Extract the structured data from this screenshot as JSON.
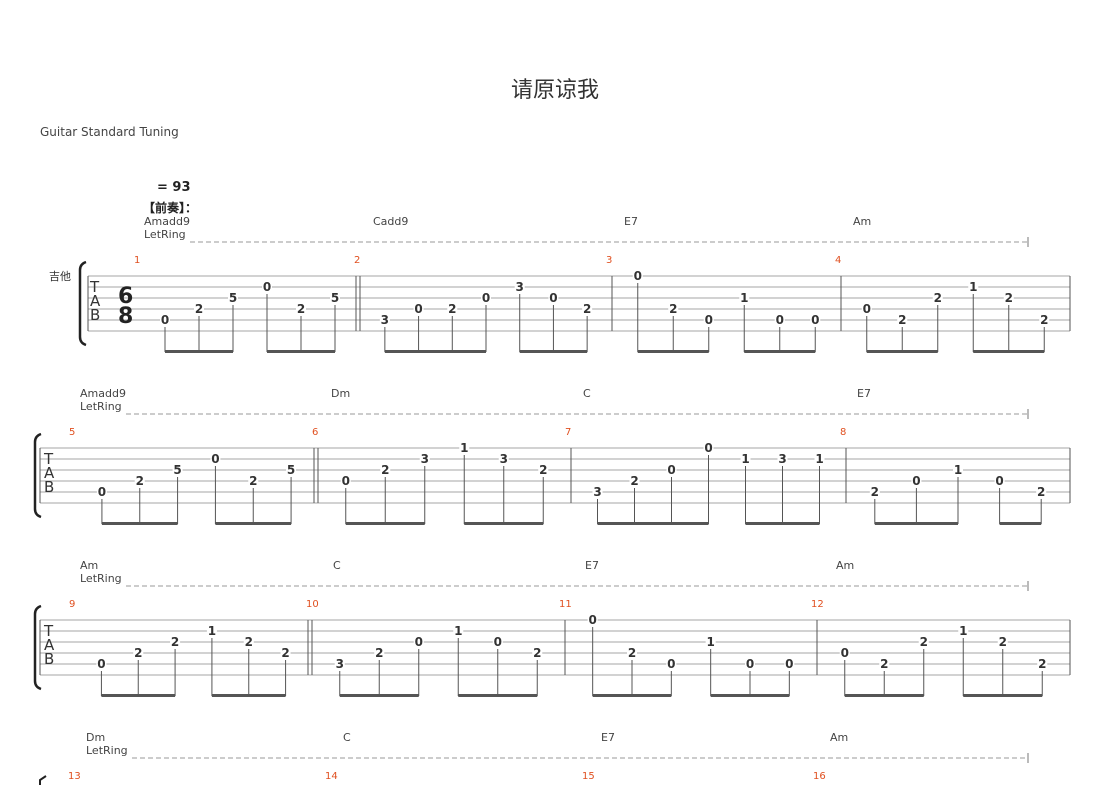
{
  "title": "请原谅我",
  "tuning": "Guitar Standard Tuning",
  "tempo": "= 93",
  "section": "【前奏】：",
  "instrument": "吉他",
  "time_signature": {
    "top": "6",
    "bottom": "8"
  },
  "tab_letters": [
    "T",
    "A",
    "B"
  ],
  "let_ring": "LetRing",
  "colors": {
    "measure_number": "#e05020",
    "lines": "#888888",
    "text": "#333333"
  },
  "systems": [
    {
      "chords": [
        "Amadd9",
        "Cadd9",
        "E7",
        "Am"
      ],
      "measures": [
        {
          "number": "1",
          "notes": [
            [
              "0",
              "B"
            ],
            [
              "2",
              "G"
            ],
            [
              "5",
              "D"
            ],
            [
              "0",
              "A"
            ],
            [
              "2",
              "G"
            ],
            [
              "5",
              "D"
            ]
          ]
        },
        {
          "number": "2",
          "notes": [
            [
              "3",
              "B"
            ],
            [
              "0",
              "G"
            ],
            [
              "2",
              "G"
            ],
            [
              "0",
              "D"
            ],
            [
              "3",
              "A"
            ],
            [
              "0",
              "D"
            ],
            [
              "2",
              "G"
            ]
          ]
        },
        {
          "number": "3",
          "notes": [
            [
              "0",
              "hiE"
            ],
            [
              "2",
              "G"
            ],
            [
              "0",
              "B"
            ],
            [
              "1",
              "D"
            ],
            [
              "0",
              "B"
            ],
            [
              "0",
              "B"
            ]
          ]
        },
        {
          "number": "4",
          "notes": [
            [
              "0",
              "G"
            ],
            [
              "2",
              "B"
            ],
            [
              "2",
              "D"
            ],
            [
              "1",
              "A"
            ],
            [
              "2",
              "D"
            ],
            [
              "2",
              "B"
            ]
          ]
        }
      ]
    },
    {
      "chords": [
        "Amadd9",
        "Dm",
        "C",
        "E7"
      ],
      "measures": [
        {
          "number": "5",
          "notes": [
            [
              "0",
              "B"
            ],
            [
              "2",
              "G"
            ],
            [
              "5",
              "D"
            ],
            [
              "0",
              "A"
            ],
            [
              "2",
              "G"
            ],
            [
              "5",
              "D"
            ]
          ]
        },
        {
          "number": "6",
          "notes": [
            [
              "0",
              "G"
            ],
            [
              "2",
              "D"
            ],
            [
              "3",
              "A"
            ],
            [
              "1",
              "e"
            ],
            [
              "3",
              "A"
            ],
            [
              "2",
              "D"
            ]
          ]
        },
        {
          "number": "7",
          "notes": [
            [
              "3",
              "B"
            ],
            [
              "2",
              "G"
            ],
            [
              "0",
              "D"
            ],
            [
              "0",
              "e"
            ],
            [
              "1",
              "A"
            ],
            [
              "3",
              "A"
            ],
            [
              "1",
              "A"
            ]
          ]
        },
        {
          "number": "8",
          "notes": [
            [
              "2",
              "B"
            ],
            [
              "0",
              "G"
            ],
            [
              "1",
              "D"
            ],
            [
              "0",
              "G"
            ],
            [
              "2",
              "B"
            ]
          ]
        }
      ]
    },
    {
      "chords": [
        "Am",
        "C",
        "E7",
        "Am"
      ],
      "measures": [
        {
          "number": "9",
          "notes": [
            [
              "0",
              "B"
            ],
            [
              "2",
              "G"
            ],
            [
              "2",
              "D"
            ],
            [
              "1",
              "A"
            ],
            [
              "2",
              "D"
            ],
            [
              "2",
              "G"
            ]
          ]
        },
        {
          "number": "10",
          "notes": [
            [
              "3",
              "B"
            ],
            [
              "2",
              "G"
            ],
            [
              "0",
              "D"
            ],
            [
              "1",
              "A"
            ],
            [
              "0",
              "D"
            ],
            [
              "2",
              "G"
            ]
          ]
        },
        {
          "number": "11",
          "notes": [
            [
              "0",
              "hiE"
            ],
            [
              "2",
              "G"
            ],
            [
              "0",
              "B"
            ],
            [
              "1",
              "D"
            ],
            [
              "0",
              "B"
            ],
            [
              "0",
              "B"
            ]
          ]
        },
        {
          "number": "12",
          "notes": [
            [
              "0",
              "G"
            ],
            [
              "2",
              "B"
            ],
            [
              "2",
              "D"
            ],
            [
              "1",
              "A"
            ],
            [
              "2",
              "D"
            ],
            [
              "2",
              "B"
            ]
          ]
        }
      ]
    },
    {
      "chords": [
        "Dm",
        "C",
        "E7",
        "Am"
      ],
      "measures": [
        {
          "number": "13"
        },
        {
          "number": "14"
        },
        {
          "number": "15"
        },
        {
          "number": "16"
        }
      ]
    }
  ]
}
